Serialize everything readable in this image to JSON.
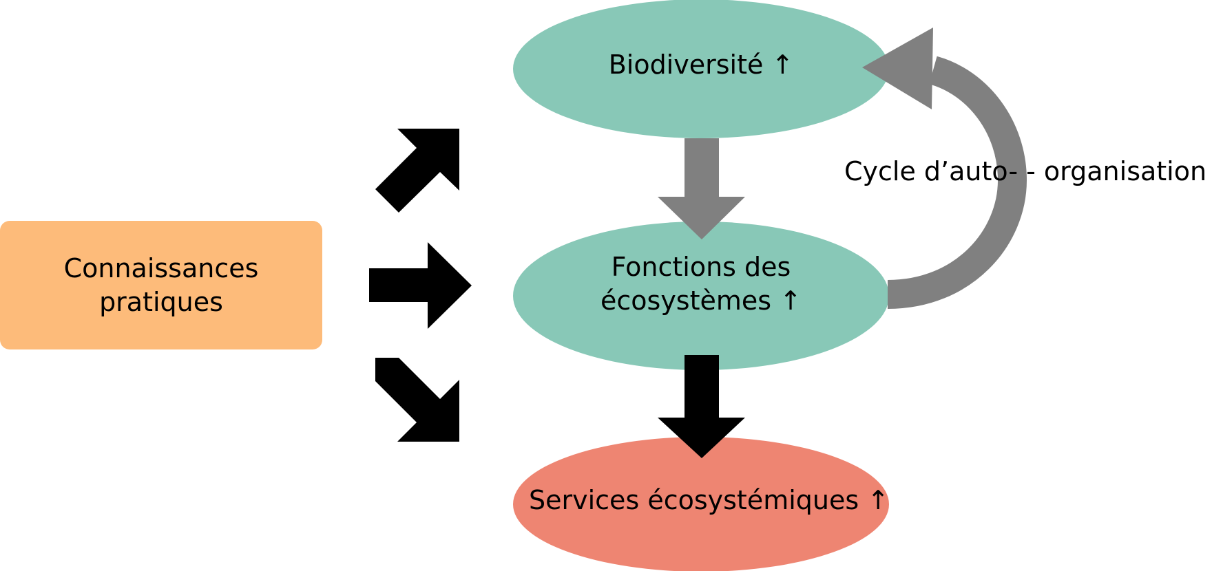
{
  "colors": {
    "knowledge_box": "#FDBB7A",
    "ecosystem_nodes": "#88C8B7",
    "services_node": "#EE8572",
    "gray_arrow": "#808080",
    "black_arrow": "#000000"
  },
  "nodes": {
    "knowledge": {
      "line1": "Connaissances",
      "line2": "pratiques"
    },
    "biodiversity": {
      "label": "Biodiversité ↑"
    },
    "functions": {
      "line1": "Fonctions des",
      "line2": "écosystèmes ↑"
    },
    "services": {
      "label": "Services écosystémiques ↑"
    }
  },
  "cycle_label": "Cycle d’auto- - organisation",
  "edges": [
    {
      "from": "knowledge",
      "to": "biodiversity",
      "style": "black"
    },
    {
      "from": "knowledge",
      "to": "functions",
      "style": "black"
    },
    {
      "from": "knowledge",
      "to": "services",
      "style": "black"
    },
    {
      "from": "biodiversity",
      "to": "functions",
      "style": "gray"
    },
    {
      "from": "functions",
      "to": "services",
      "style": "black"
    },
    {
      "from": "functions",
      "to": "biodiversity",
      "style": "gray-loop"
    }
  ]
}
